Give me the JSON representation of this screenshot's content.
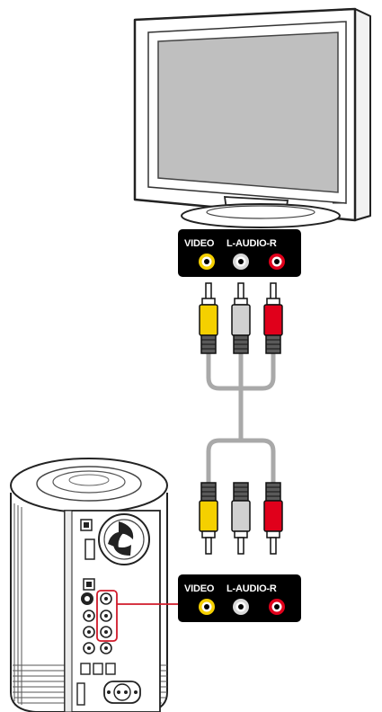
{
  "tv_panel": {
    "video_label": "VIDEO",
    "audio_label": "L-AUDIO-R"
  },
  "player_panel": {
    "video_label": "VIDEO",
    "audio_label": "L-AUDIO-R"
  },
  "colors": {
    "video": "#f5d000",
    "audio_left": "#d8d8d8",
    "audio_right": "#e0001b",
    "cable": "#a9a9a9",
    "highlight": "#d01a2a",
    "panel": "#000000"
  },
  "icons": {
    "tv": "television-icon",
    "player": "media-player-icon",
    "cable": "rca-cable-icon"
  }
}
